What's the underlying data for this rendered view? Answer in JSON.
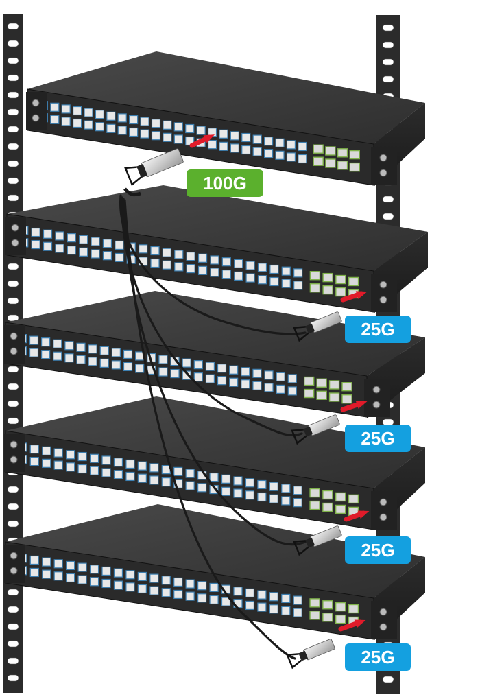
{
  "diagram": {
    "uplink": {
      "label": "100G",
      "color": "#5bb02d"
    },
    "downlinks": [
      {
        "label": "25G",
        "color": "#14a0e0"
      },
      {
        "label": "25G",
        "color": "#14a0e0"
      },
      {
        "label": "25G",
        "color": "#14a0e0"
      },
      {
        "label": "25G",
        "color": "#14a0e0"
      }
    ],
    "colors": {
      "rack": "#2b2b2b",
      "switch_top": "#3a3a3a",
      "switch_front": "#2a2a2a",
      "port_blue": "#3d7fb0",
      "port_green": "#7fb24a",
      "arrow": "#e01b2a",
      "cable": "#1a1a1a"
    }
  }
}
